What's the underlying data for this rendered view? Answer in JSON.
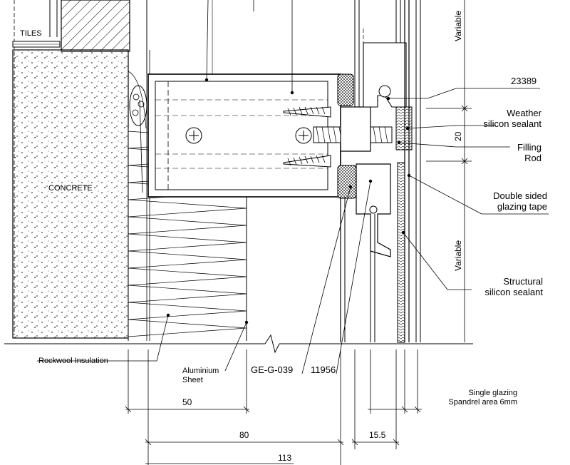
{
  "labels": {
    "tiles": "TILES",
    "concrete": "CONCRETE",
    "rockwool": "Rockwool Insulation",
    "aluminium_line1": "Aluminium",
    "aluminium_line2": "Sheet",
    "gasket_code": "GE-G-039",
    "profile_code": "11956",
    "profile_top": "23389",
    "weather_line1": "Weather",
    "weather_line2": "silicon sealant",
    "filling_line1": "Filling",
    "filling_line2": "Rod",
    "tape_line1": "Double sided",
    "tape_line2": "glazing tape",
    "structural_line1": "Structural",
    "structural_line2": "silicon sealant",
    "glazing_line1": "Single glazing",
    "glazing_line2": "Spandrel area 6mm"
  },
  "dimensions": {
    "dim_50": "50",
    "dim_80": "80",
    "dim_15_5": "15.5",
    "dim_113": "113",
    "dim_20": "20",
    "variable_top": "Variable",
    "variable_bottom": "Variable"
  }
}
